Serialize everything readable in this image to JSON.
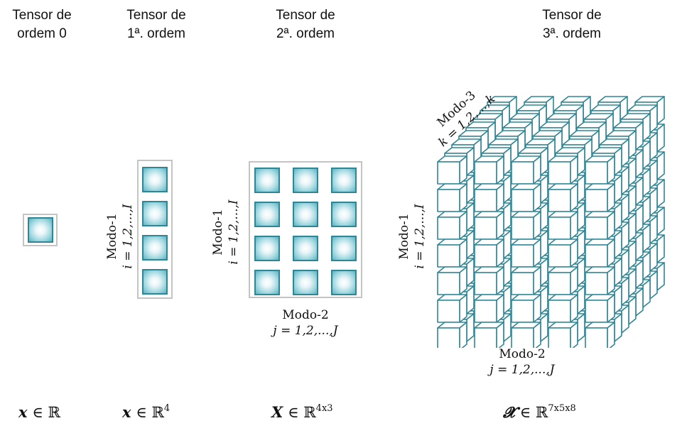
{
  "titles": [
    {
      "line1": "Tensor de",
      "line2": "ordem 0"
    },
    {
      "line1": "Tensor de",
      "line2": "1ª. ordem"
    },
    {
      "line1": "Tensor de",
      "line2": "2ª. ordem"
    },
    {
      "line1": "Tensor de",
      "line2": "3ª. ordem"
    }
  ],
  "labels": {
    "mode1_a": {
      "name": "Modo-1",
      "range": "i = 1,2,...,I"
    },
    "mode1_b": {
      "name": "Modo-1",
      "range": "i = 1,2,...,I"
    },
    "mode2_b": {
      "name": "Modo-2",
      "range": "j = 1,2,...,J"
    },
    "mode1_c": {
      "name": "Modo-1",
      "range": "i = 1,2,...,I"
    },
    "mode2_c": {
      "name": "Modo-2",
      "range": "j = 1,2,...,J"
    },
    "mode3_c": {
      "name": "Modo-3",
      "range": "k = 1,2,...,k"
    }
  },
  "formulas": [
    {
      "var": "x",
      "rel": "∈ ℝ",
      "sup": ""
    },
    {
      "var": "x",
      "rel": "∈ ℝ",
      "sup": "4"
    },
    {
      "var": "X",
      "rel": "∈ ℝ",
      "sup": "4x3"
    },
    {
      "var": "𝓧",
      "rel": "∈ ℝ",
      "sup": "7x5x8"
    }
  ],
  "tensor3": {
    "rows": 7,
    "cols": 5,
    "depth": 8
  },
  "colors": {
    "cell_border": "#2f8796",
    "cell_fill": "#5bb5c3",
    "frame": "#c4c4c4"
  }
}
